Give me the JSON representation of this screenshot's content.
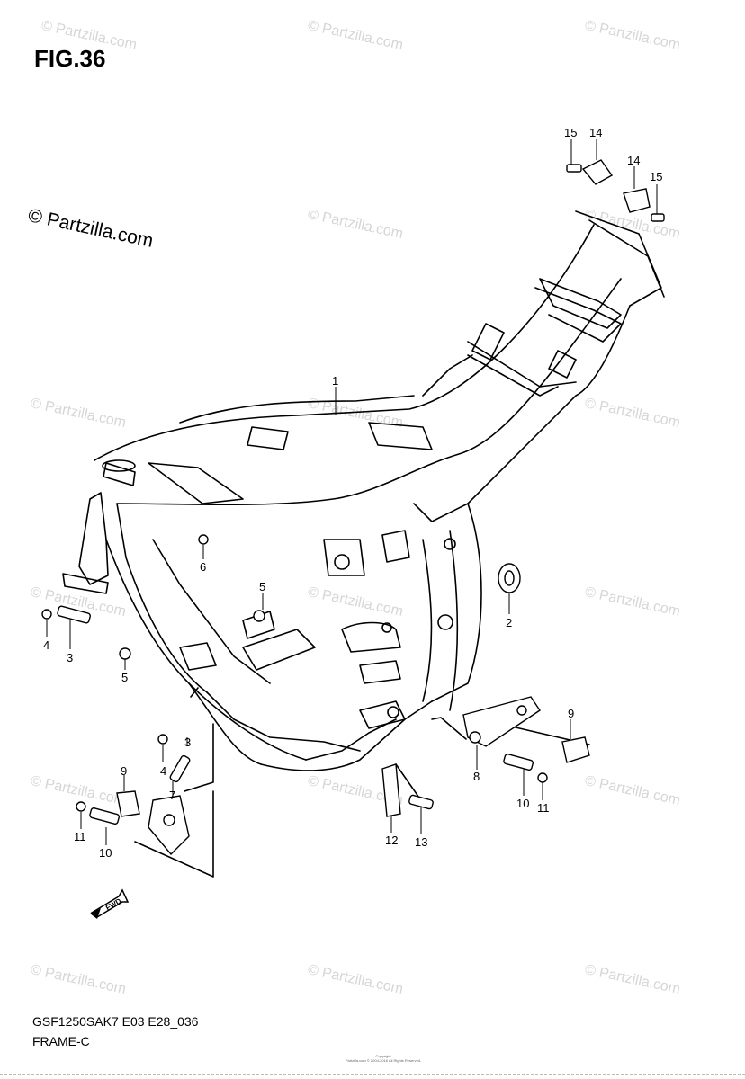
{
  "figure": {
    "title": "FIG.36",
    "brand_watermark": "© Partzilla.com",
    "model_code": "GSF1250SAK7 E03 E28_036",
    "section_name": "FRAME-C",
    "copyright_line1": "Copyright",
    "copyright_line2": "Partzilla.com © 2004-2016 All Rights Reserved."
  },
  "watermark_text": "© Partzilla.com",
  "direction_arrow_label": "FWD",
  "callouts": [
    "1",
    "2",
    "3",
    "3",
    "4",
    "4",
    "5",
    "5",
    "6",
    "7",
    "8",
    "9",
    "9",
    "10",
    "10",
    "11",
    "11",
    "12",
    "13",
    "14",
    "14",
    "15",
    "15"
  ]
}
